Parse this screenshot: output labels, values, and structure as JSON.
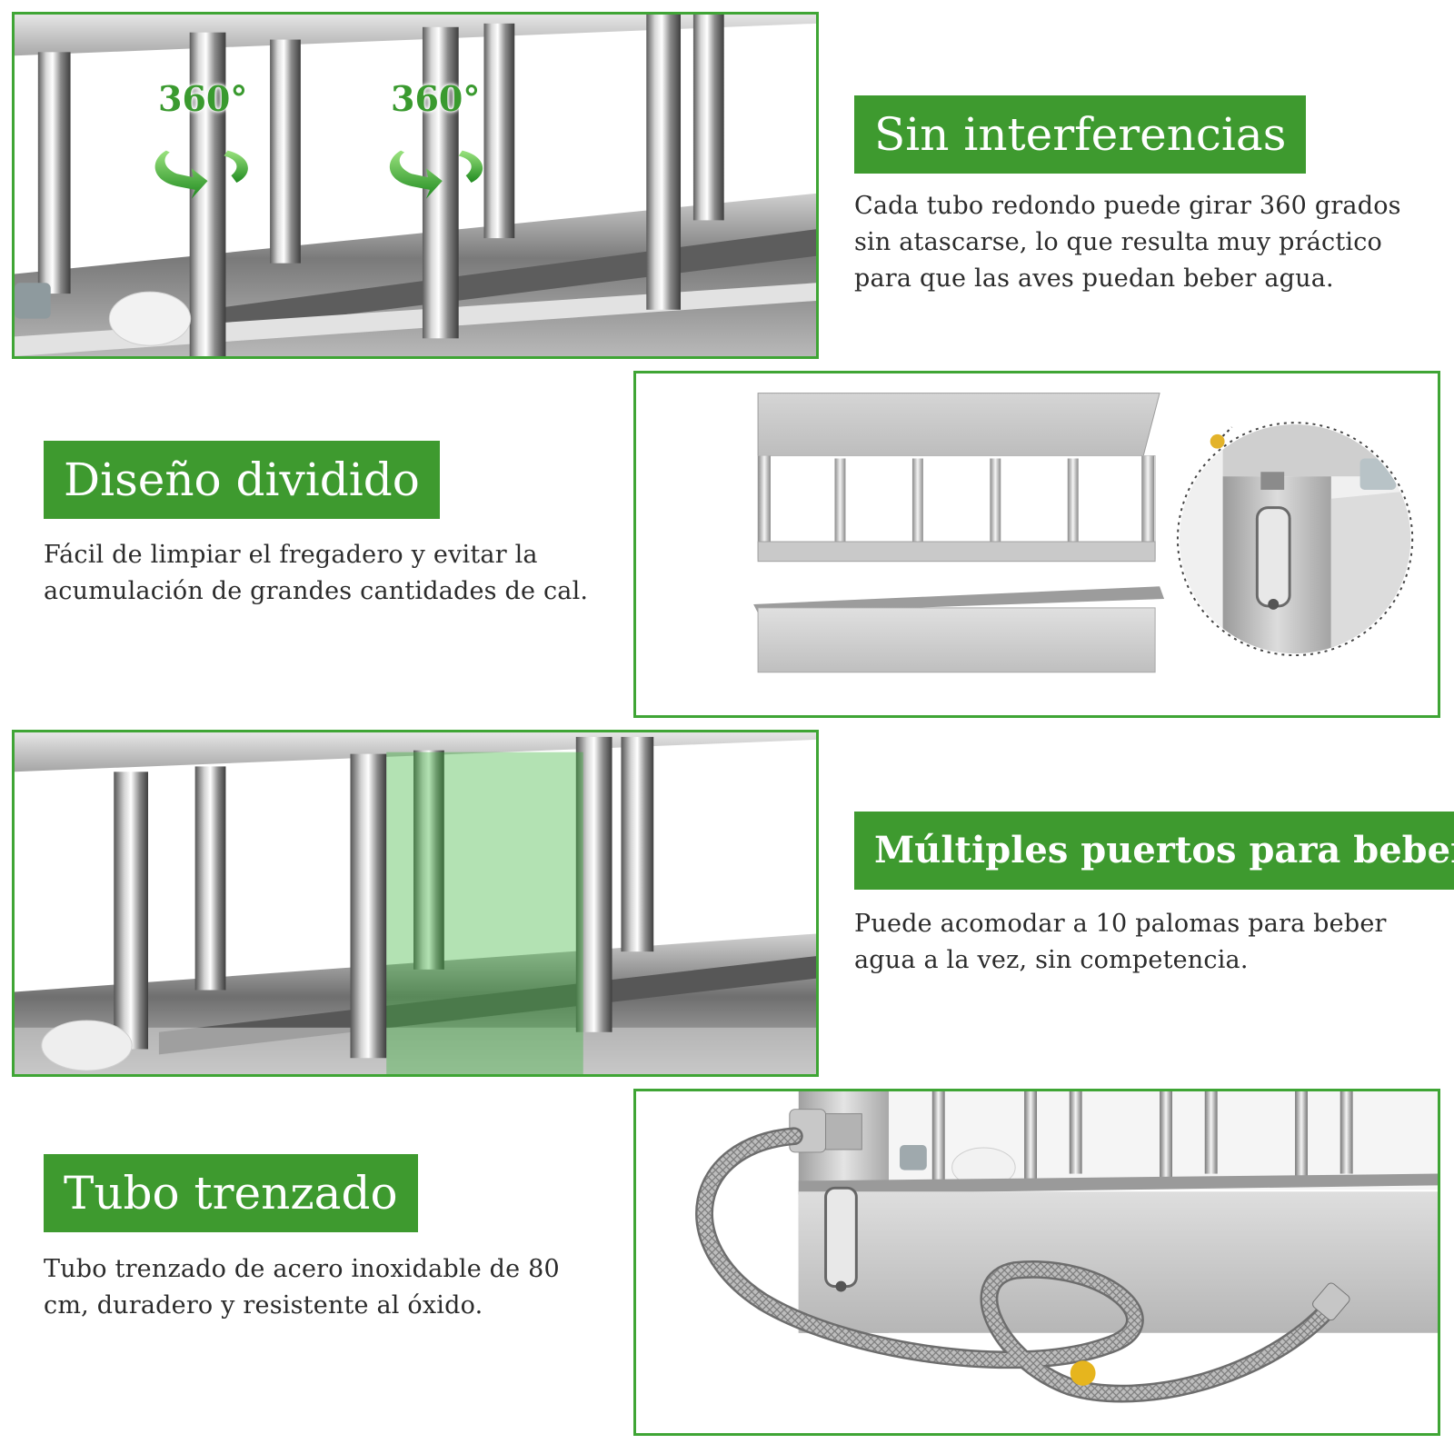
{
  "sections": [
    {
      "title": "Sin interferencias",
      "description": "Cada tubo redondo puede girar 360 grados sin atascarse, lo que resulta muy práctico para que las aves puedan beber agua.",
      "badges": [
        "360°",
        "360°"
      ]
    },
    {
      "title": "Diseño dividido",
      "description": "Fácil de limpiar el fregadero y evitar la acumulación de grandes cantidades de cal."
    },
    {
      "title": "Múltiples puertos para beber",
      "description": "Puede acomodar a 10 palomas para beber agua a la vez, sin competencia."
    },
    {
      "title": "Tubo trenzado",
      "description": "Tubo trenzado de acero inoxidable de 80 cm, duradero y resistente al óxido."
    }
  ],
  "colors": {
    "accent": "#3e9a2f",
    "border": "#3fa535",
    "text": "#2b2b2b",
    "steel": "#c8c8c8"
  }
}
